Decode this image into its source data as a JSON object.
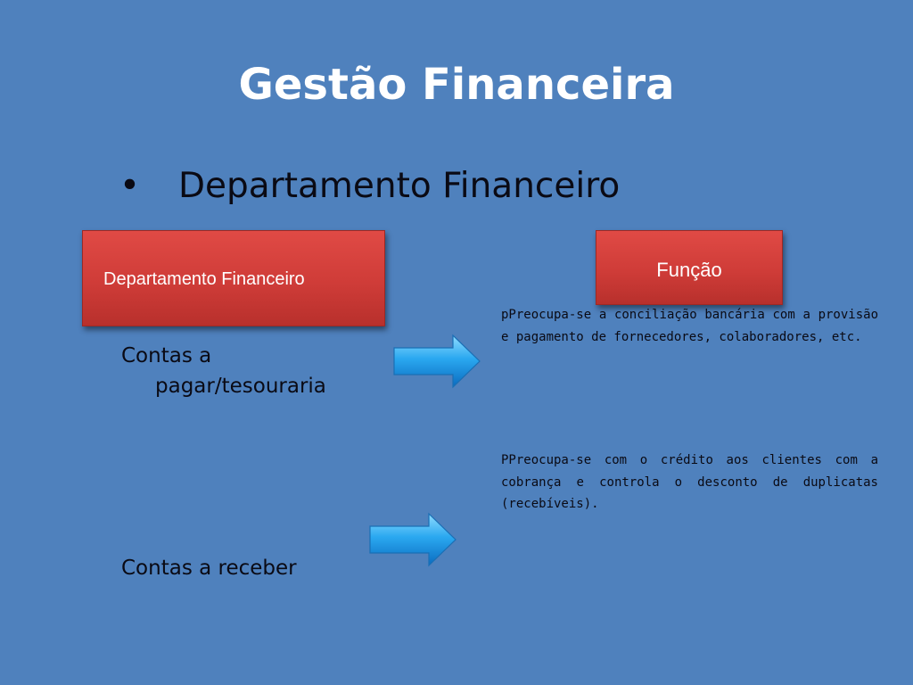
{
  "slide": {
    "title": "Gestão Financeira",
    "bullet_symbol": "•",
    "bullet_text": "Departamento Financeiro"
  },
  "boxes": {
    "department": "Departamento Financeiro",
    "function": "Função"
  },
  "rows": {
    "payable_line1": "Contas a",
    "payable_line2": "pagar/tesouraria",
    "payable_desc": "pPreocupa-se a conciliação bancária com a provisão e pagamento de fornecedores, colaboradores, etc.",
    "receivable_label": "Contas a receber",
    "receivable_desc": "PPreocupa-se com o crédito aos clientes  com a cobrança e controla o desconto de duplicatas (recebíveis)."
  },
  "colors": {
    "background": "#4f81bd",
    "box_red": "#d9413d",
    "arrow_blue": "#2aa8f0"
  },
  "icons": {
    "arrow": "arrow-right-icon"
  }
}
